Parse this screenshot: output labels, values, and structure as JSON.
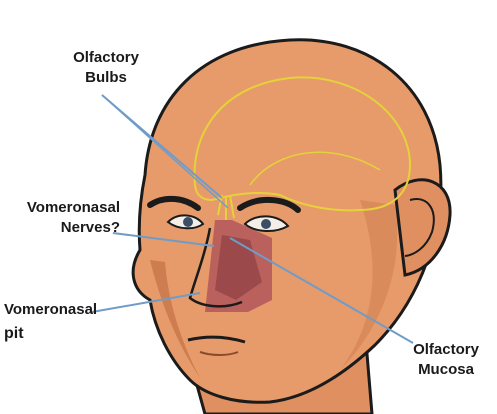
{
  "labels": {
    "olfactory_bulbs": [
      "Olfactory",
      "Bulbs"
    ],
    "vomeronasal_nerves": [
      "Vomeronasal",
      "Nerves?"
    ],
    "vomeronasal_pit": [
      "Vomeronasal",
      "pit"
    ],
    "olfactory_mucosa": [
      "Olfactory",
      "Mucosa"
    ]
  },
  "colors": {
    "skin": "#e79a6a",
    "skin_shadow": "#b8663b",
    "outline": "#1b1b1b",
    "nerve": "#e5d23a",
    "nasal_cavity": "#b2575a",
    "pointer_line": "#6f9cc8",
    "label_text": "#1a1a1a"
  }
}
